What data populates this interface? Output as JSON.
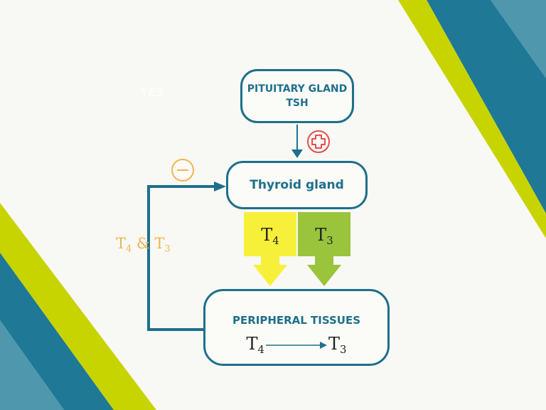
{
  "colors": {
    "background": "#f8f8f4",
    "stripe_teal": "#1e7896",
    "stripe_light_teal": "#4e97ad",
    "stripe_lime": "#c8d400",
    "node_border": "#1e6f8c",
    "t4_box": "#f6f03a",
    "t3_box": "#99c43c",
    "stimulate": "#e84b4b",
    "inhibit": "#f2b451"
  },
  "hidden_label": "YES",
  "pituitary": {
    "line1": "PITUITARY GLAND",
    "line2": "TSH"
  },
  "stimulate_icon": "plus-circle-icon",
  "inhibit_icon": "minus-circle-icon",
  "thyroid": {
    "label": "Thyroid gland"
  },
  "hormones": {
    "t4": {
      "letter": "T",
      "sub": "4"
    },
    "t3": {
      "letter": "T",
      "sub": "3"
    }
  },
  "feedback": {
    "a_letter": "T",
    "a_sub": "4",
    "joiner": " & ",
    "b_letter": "T",
    "b_sub": "3"
  },
  "peripheral": {
    "title": "PERIPHERAL TISSUES",
    "from_letter": "T",
    "from_sub": "4",
    "to_letter": "T",
    "to_sub": "3"
  }
}
